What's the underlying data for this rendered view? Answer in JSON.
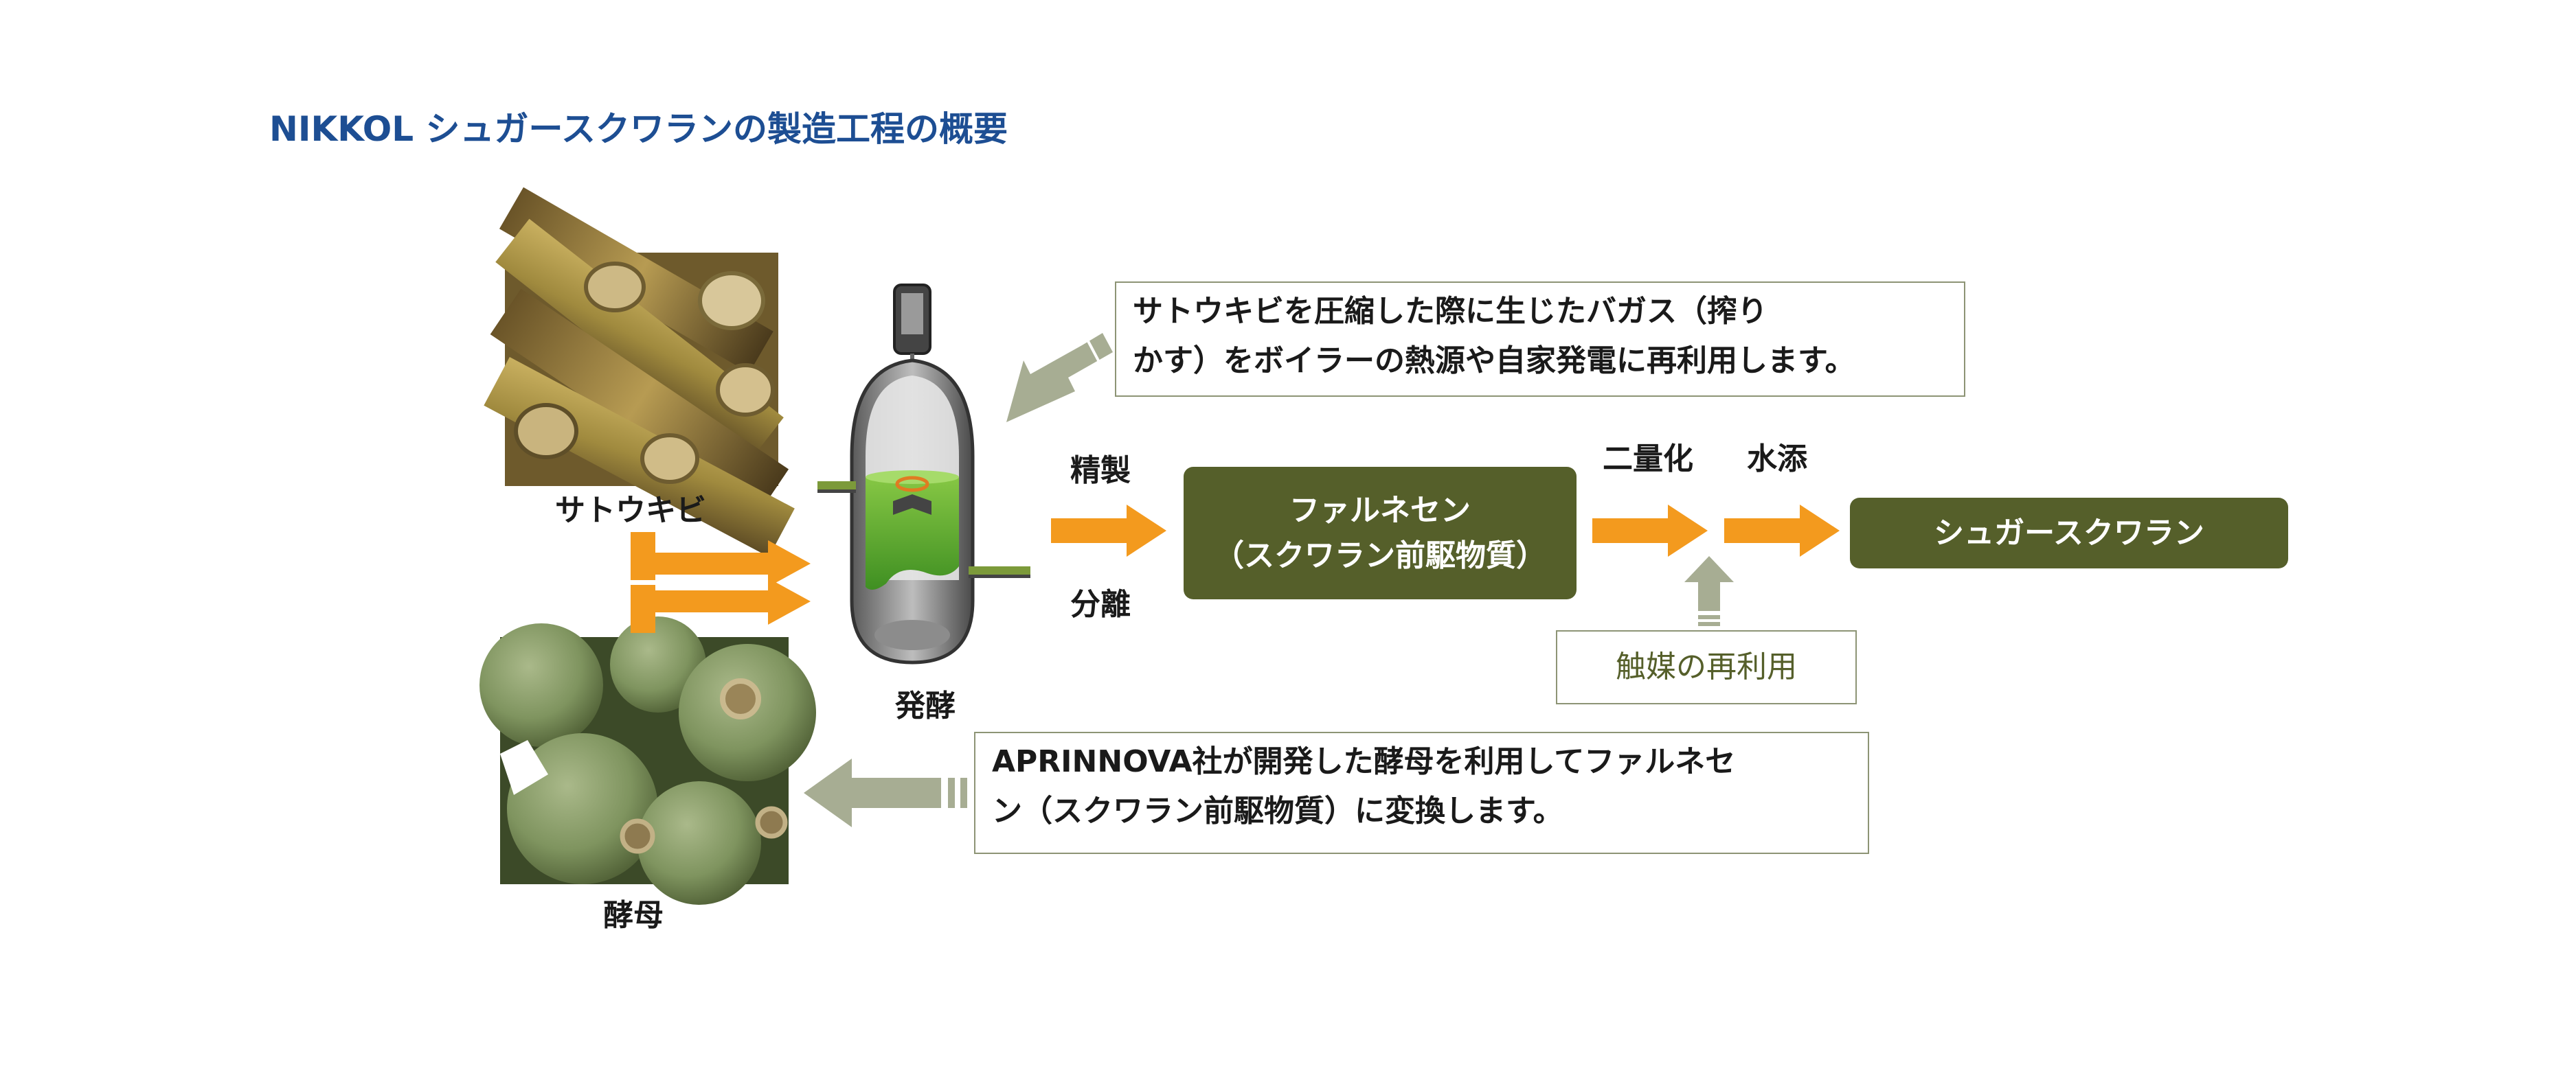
{
  "title": "NIKKOL シュガースクワランの製造工程の概要",
  "labels": {
    "sugarcane": "サトウキビ",
    "yeast": "酵母",
    "fermentation": "発酵",
    "refining": "精製",
    "separation": "分離",
    "dimerization": "二量化",
    "hydrogenation": "水添"
  },
  "boxes": {
    "farnesene_line1": "ファルネセン",
    "farnesene_line2": "（スクワラン前駆物質）",
    "product": "シュガースクワラン",
    "catalyst_reuse": "触媒の再利用"
  },
  "notes": {
    "bagasse_line1": "サトウキビを圧縮した際に生じたバガス（搾り",
    "bagasse_line2": "かす）をボイラーの熱源や自家発電に再利用します。",
    "yeast_line1": "APRINNOVA社が開発した酵母を利用してファルネセ",
    "yeast_line2": "ン（スクワラン前駆物質）に変換します。"
  },
  "icons": [
    "sugarcane-photo",
    "yeast-photo",
    "fermenter-tank-icon",
    "arrow-right-icon",
    "arrow-left-icon",
    "arrow-up-icon",
    "arrow-down-left-icon"
  ],
  "colors": {
    "title": "#1d4e93",
    "orange_arrow": "#f39a1e",
    "dark_green_box": "#555f2a",
    "grey_green": "#a7ad93",
    "border": "#8d9475"
  }
}
